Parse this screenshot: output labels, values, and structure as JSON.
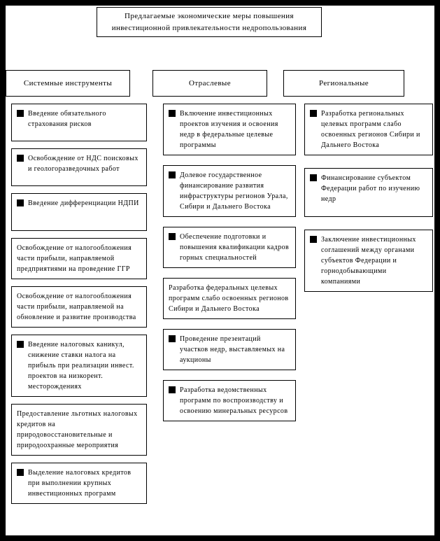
{
  "title": "Предлагаемые экономические меры повышения инвестиционной привлекательности недропользования",
  "bullet_color": "#000000",
  "columns": [
    {
      "header": "Системные инструменты",
      "items": [
        {
          "text": "Введение обязательного страхования рисков",
          "bullet": true
        },
        {
          "text": "Освобождение от НДС поисковых и геологоразведочных работ",
          "bullet": true
        },
        {
          "text": "Введение дифференциации НДПИ",
          "bullet": true
        },
        {
          "text": "Освобождение от налогообложения части прибыли, направляемой предприятиями на проведение ГГР",
          "bullet": false
        },
        {
          "text": "Освобождение от налогообложения части прибыли, направляемой на обновление и развитие производства",
          "bullet": false
        },
        {
          "text": "Введение налоговых каникул, снижение ставки налога на прибыль при реализации инвест. проектов на низкорент. месторождениях",
          "bullet": true
        },
        {
          "text": "Предоставление льготных налоговых кредитов на природовосстановительные и природоохранные мероприятия",
          "bullet": false
        },
        {
          "text": "Выделение налоговых кредитов при выполнении крупных инвестиционных программ",
          "bullet": true
        }
      ]
    },
    {
      "header": "Отраслевые",
      "items": [
        {
          "text": "Включение инвестиционных проектов изучения и освоения недр в федеральные целевые программы",
          "bullet": true
        },
        {
          "text": "Долевое государственное финансирование развития инфраструктуры регионов Урала, Сибири и Дальнего Востока",
          "bullet": true
        },
        {
          "text": "Обеспечение подготовки и повышения квалификации кадров горных специальностей",
          "bullet": true
        },
        {
          "text": "Разработка федеральных целевых программ слабо освоенных регионов Сибири и Дальнего Востока",
          "bullet": false
        },
        {
          "text": "Проведение презентаций участков недр, выставляемых на аукционы",
          "bullet": true
        },
        {
          "text": "Разработка ведомственных программ по воспроизводству и освоению минеральных ресурсов",
          "bullet": true
        }
      ]
    },
    {
      "header": "Региональные",
      "items": [
        {
          "text": "Разработка региональных целевых программ слабо освоенных регионов Сибири и Дальнего Востока",
          "bullet": true
        },
        {
          "text": "Финансирование субъектом Федерации работ по изучению недр",
          "bullet": true
        },
        {
          "text": "Заключение инвестиционных соглашений между органами субъектов Федерации и горнодобывающими компаниями",
          "bullet": true
        }
      ]
    }
  ]
}
